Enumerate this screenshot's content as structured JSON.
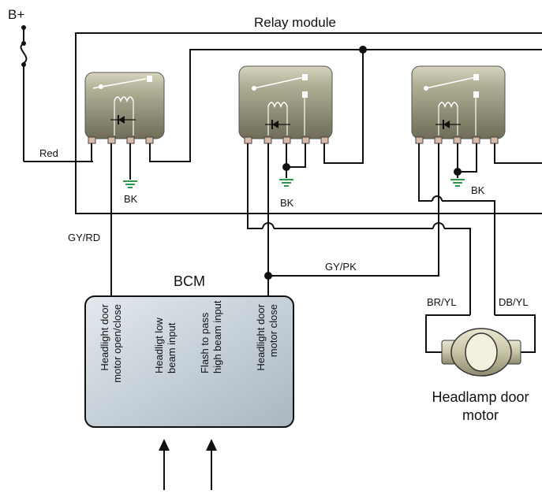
{
  "power": {
    "label": "B+"
  },
  "relay_module": {
    "title": "Relay module"
  },
  "wires": {
    "red": "Red",
    "gy_rd": "GY/RD",
    "gy_pk": "GY/PK",
    "br_yl": "BR/YL",
    "db_yl": "DB/YL"
  },
  "grounds": [
    "BK",
    "BK",
    "BK"
  ],
  "bcm": {
    "title": "BCM",
    "pins": [
      [
        "Headlight door",
        "motor open/close"
      ],
      [
        "Headligt low",
        "beam input"
      ],
      [
        "Flash to pass",
        "high beam input"
      ],
      [
        "Headlight door",
        "motor close"
      ]
    ]
  },
  "motor": {
    "label_line1": "Headlamp door",
    "label_line2": "motor"
  },
  "colors": {
    "relay_body": "#8a8770",
    "relay_top": "#c9c7b0",
    "bcm_fill": "#c9d3da",
    "ground": "#2a9a4a",
    "wire": "#111111"
  }
}
